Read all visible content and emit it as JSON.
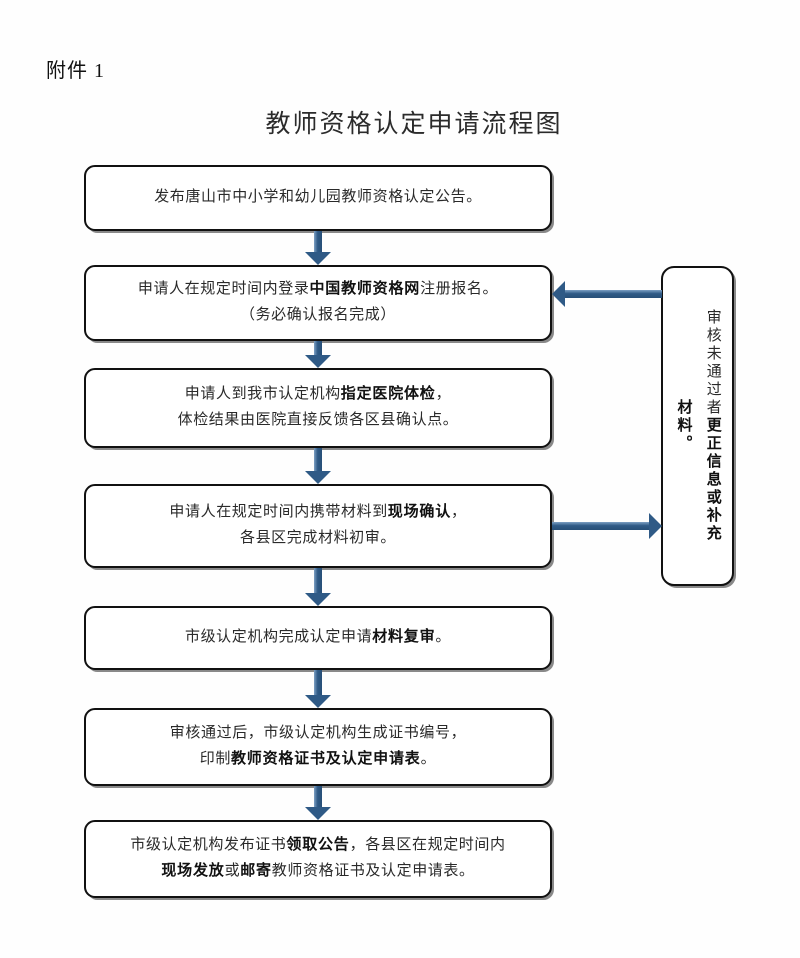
{
  "document": {
    "attachment_label": "附件 1",
    "title": "教师资格认定申请流程图"
  },
  "colors": {
    "arrow": "#2f5a86",
    "arrow_highlight": "#7da0c4",
    "box_border": "#111111",
    "text": "#2a2a2a",
    "background": "#ffffff"
  },
  "flowchart": {
    "type": "flowchart",
    "orientation": "vertical",
    "steps": [
      {
        "id": "step-1",
        "index": 1,
        "lines": [
          {
            "segments": [
              {
                "text": "发布唐山市中小学和幼儿园教师资格认定公告。",
                "bold": false
              }
            ]
          }
        ],
        "plain_text": "发布唐山市中小学和幼儿园教师资格认定公告。"
      },
      {
        "id": "step-2",
        "index": 2,
        "lines": [
          {
            "segments": [
              {
                "text": "申请人在规定时间内登录",
                "bold": false
              },
              {
                "text": "中国教师资格网",
                "bold": true
              },
              {
                "text": "注册报名。",
                "bold": false
              }
            ]
          },
          {
            "segments": [
              {
                "text": "（务必确认报名完成）",
                "bold": false
              }
            ]
          }
        ],
        "plain_text": "申请人在规定时间内登录中国教师资格网注册报名。（务必确认报名完成）"
      },
      {
        "id": "step-3",
        "index": 3,
        "lines": [
          {
            "segments": [
              {
                "text": "申请人到我市认定机构",
                "bold": false
              },
              {
                "text": "指定医院体检",
                "bold": true
              },
              {
                "text": "，",
                "bold": false
              }
            ]
          },
          {
            "segments": [
              {
                "text": "体检结果由医院直接反馈各区县确认点。",
                "bold": false
              }
            ]
          }
        ],
        "plain_text": "申请人到我市认定机构指定医院体检，体检结果由医院直接反馈各区县确认点。"
      },
      {
        "id": "step-4",
        "index": 4,
        "lines": [
          {
            "segments": [
              {
                "text": "申请人在规定时间内携带材料到",
                "bold": false
              },
              {
                "text": "现场确认",
                "bold": true
              },
              {
                "text": "，",
                "bold": false
              }
            ]
          },
          {
            "segments": [
              {
                "text": "各县区完成材料初审。",
                "bold": false
              }
            ]
          }
        ],
        "plain_text": "申请人在规定时间内携带材料到现场确认，各县区完成材料初审。"
      },
      {
        "id": "step-5",
        "index": 5,
        "lines": [
          {
            "segments": [
              {
                "text": "市级认定机构完成认定申请",
                "bold": false
              },
              {
                "text": "材料复审",
                "bold": true
              },
              {
                "text": "。",
                "bold": false
              }
            ]
          }
        ],
        "plain_text": "市级认定机构完成认定申请材料复审。"
      },
      {
        "id": "step-6",
        "index": 6,
        "lines": [
          {
            "segments": [
              {
                "text": "审核通过后，市级认定机构生成证书编号，",
                "bold": false
              }
            ]
          },
          {
            "segments": [
              {
                "text": "印制",
                "bold": false
              },
              {
                "text": "教师资格证书及认定申请表",
                "bold": true
              },
              {
                "text": "。",
                "bold": false
              }
            ]
          }
        ],
        "plain_text": "审核通过后，市级认定机构生成证书编号，印制教师资格证书及认定申请表。"
      },
      {
        "id": "step-7",
        "index": 7,
        "lines": [
          {
            "segments": [
              {
                "text": "市级认定机构发布证书",
                "bold": false
              },
              {
                "text": "领取公告",
                "bold": true
              },
              {
                "text": "，各县区在规定时间内",
                "bold": false
              }
            ]
          },
          {
            "segments": [
              {
                "text": "现场发放",
                "bold": true
              },
              {
                "text": "或",
                "bold": false
              },
              {
                "text": "邮寄",
                "bold": true
              },
              {
                "text": "教师资格证书及认定申请表。",
                "bold": false
              }
            ]
          }
        ],
        "plain_text": "市级认定机构发布证书领取公告，各县区在规定时间内现场发放或邮寄教师资格证书及认定申请表。"
      }
    ],
    "side_note": {
      "id": "rejection-loop",
      "writing_mode": "vertical",
      "segments": [
        {
          "text": "审核未通过者",
          "bold": false
        },
        {
          "text": "更正信息或补充材料。",
          "bold": true
        }
      ],
      "plain_text": "审核未通过者更正信息或补充材料。"
    },
    "connectors": [
      {
        "id": "arrow-1",
        "from": "step-1",
        "to": "step-2",
        "direction": "down"
      },
      {
        "id": "arrow-2",
        "from": "step-2",
        "to": "step-3",
        "direction": "down"
      },
      {
        "id": "arrow-3",
        "from": "step-3",
        "to": "step-4",
        "direction": "down"
      },
      {
        "id": "arrow-4",
        "from": "step-4",
        "to": "step-5",
        "direction": "down"
      },
      {
        "id": "arrow-5",
        "from": "step-5",
        "to": "step-6",
        "direction": "down"
      },
      {
        "id": "arrow-6",
        "from": "step-6",
        "to": "step-7",
        "direction": "down"
      },
      {
        "id": "arrow-feedback-out",
        "from": "step-4",
        "to": "rejection-loop",
        "direction": "right"
      },
      {
        "id": "arrow-feedback-in",
        "from": "rejection-loop",
        "to": "step-2",
        "direction": "left"
      }
    ]
  }
}
